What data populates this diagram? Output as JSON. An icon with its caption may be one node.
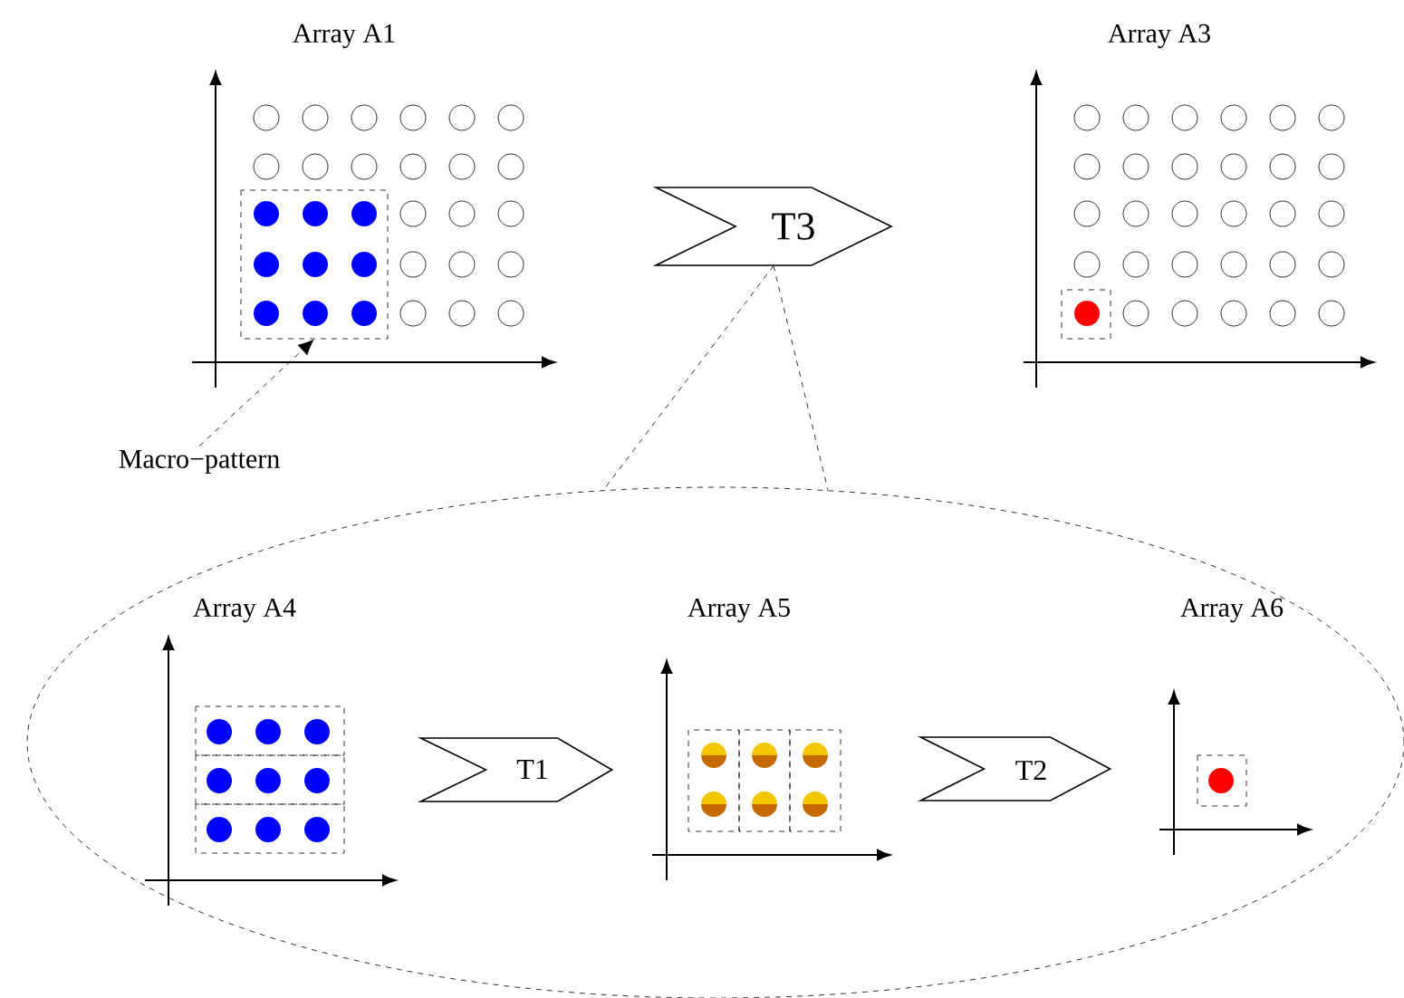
{
  "diagram": {
    "nodes": [
      {
        "text": [
          "Array A1"
        ]
      },
      {
        "text": [],
        "shape": "box",
        "in": 0
      },
      {
        "text": [
          "Macro−pattern"
        ]
      },
      {
        "text": [
          "T3"
        ]
      },
      {
        "text": [
          "Array A3"
        ]
      },
      {
        "text": [],
        "shape": "ellipse"
      },
      {
        "text": [
          "Array A4"
        ],
        "in": 5
      },
      {
        "text": [
          "Array A5"
        ],
        "in": 5
      },
      {
        "text": [
          "Array A6"
        ],
        "in": 5
      }
    ],
    "edges": [
      {
        "from": 2,
        "to": 1,
        "arrow": "to",
        "style": "dashed"
      },
      {
        "from": 3,
        "to": 5,
        "arrow": "none",
        "style": "dashed"
      },
      {
        "from": 3,
        "to": 5,
        "arrow": "none",
        "style": "dashed"
      },
      {
        "from": 6,
        "to": 7,
        "arrow": "to",
        "label": "T1"
      },
      {
        "from": 7,
        "to": 8,
        "arrow": "to",
        "label": "T2"
      }
    ]
  }
}
